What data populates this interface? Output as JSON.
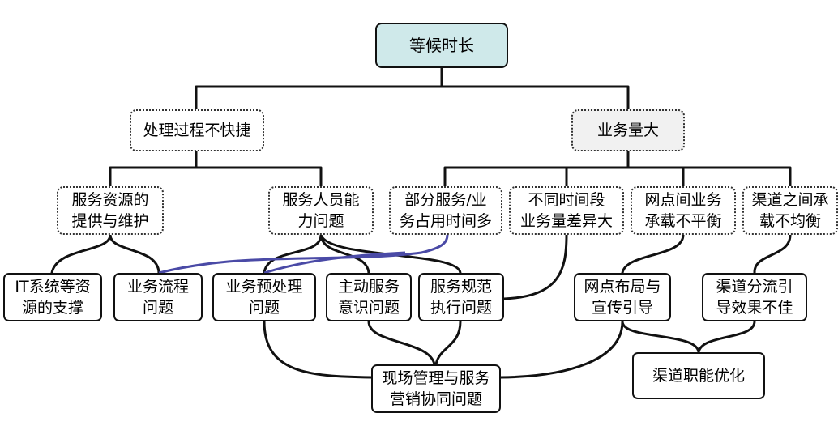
{
  "nodes": {
    "root": "等候时长",
    "l1_left": "处理过程不快捷",
    "l1_right": "业务量大",
    "l2_resource": "服务资源的\n提供与维护",
    "l2_staff": "服务人员能\n力问题",
    "l2_partial": "部分服务/业\n务占用时间多",
    "l2_time": "不同时间段\n业务量差异大",
    "l2_branch": "网点间业务\n承载不平衡",
    "l2_channel": "渠道之间承\n载不均衡",
    "l3_it": "IT系统等资\n源的支撑",
    "l3_flow": "业务流程\n问题",
    "l3_pre": "业务预处理\n问题",
    "l3_active": "主动服务\n意识问题",
    "l3_norm": "服务规范\n执行问题",
    "l3_layout": "网点布局与\n宣传引导",
    "l3_divert": "渠道分流引\n导效果不佳",
    "l4_site": "现场管理与服务\n营销协同问题",
    "l4_role": "渠道职能优化"
  },
  "colors": {
    "root_fill": "#cfe9ea",
    "gray_fill": "#f1f1f1",
    "line": "#111111",
    "link_blue": "#4a4aa6"
  }
}
